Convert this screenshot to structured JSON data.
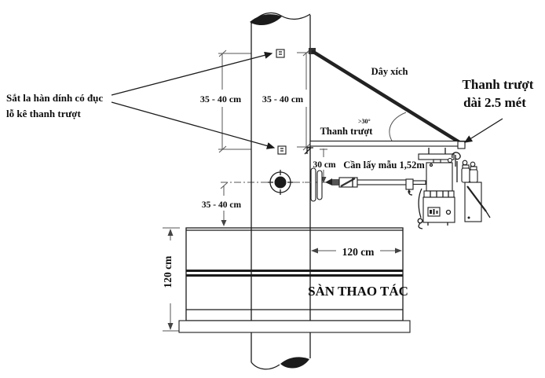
{
  "diagram": {
    "type": "technical-diagram",
    "subject": "stack-sampling-platform-setup",
    "ink_color": "#1b1b1b",
    "dim_color": "#555555",
    "labels": {
      "weld_note_line1": "Sắt la hàn dính có đục",
      "weld_note_line2": "lỗ kê thanh trượt",
      "chain": "Dây xích",
      "slide_rail": "Thanh trượt",
      "slide_rail_length_line1": "Thanh trượt",
      "slide_rail_length_line2": "dài 2.5 mét",
      "angle": ">30°",
      "sampling_probe": "Cần lấy mẫu 1,52m",
      "platform": "SÀN THAO TÁC"
    },
    "dimensions": {
      "bracket_spacing_left": "35 - 40 cm",
      "bracket_spacing_right": "35 - 40 cm",
      "rail_to_port": "30 cm",
      "port_to_platform": "35 - 40 cm",
      "platform_width": "120 cm",
      "platform_height": "120 cm"
    }
  }
}
